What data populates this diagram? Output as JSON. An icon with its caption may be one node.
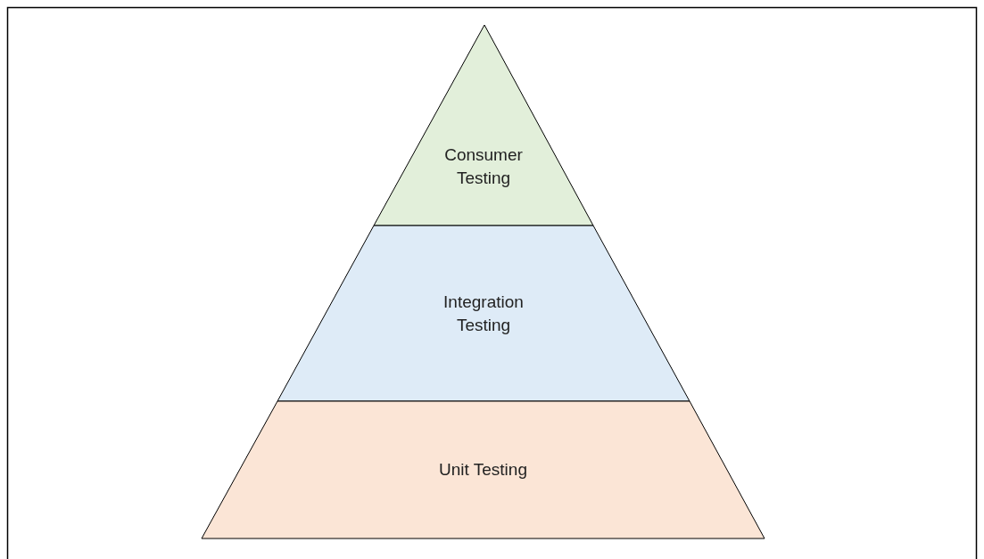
{
  "diagram": {
    "nodes": [
      {
        "text": [
          "Consumer Testing"
        ]
      },
      {
        "text": [
          "Integration Testing"
        ]
      },
      {
        "text": [
          "Unit Testing"
        ]
      }
    ]
  }
}
